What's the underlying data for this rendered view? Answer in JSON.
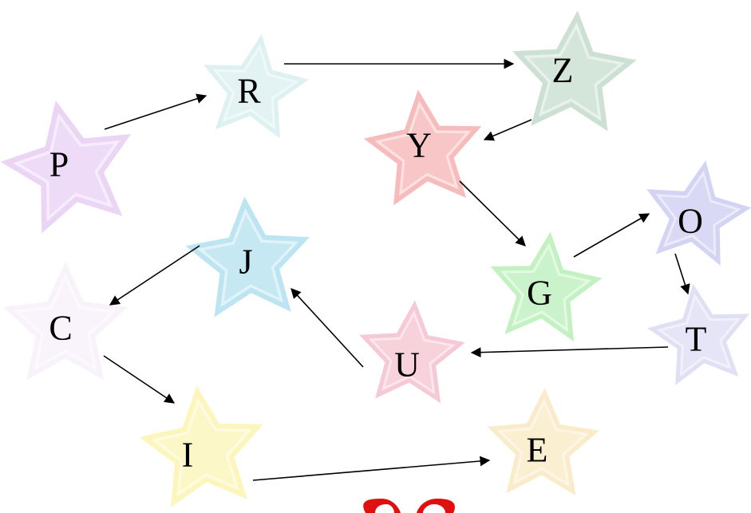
{
  "diagram": {
    "nodes": [
      {
        "id": "P",
        "label": "P",
        "color": "#e4c7f2"
      },
      {
        "id": "R",
        "label": "R",
        "color": "#d2ecec"
      },
      {
        "id": "Z",
        "label": "Z",
        "color": "#bcd6c6"
      },
      {
        "id": "Y",
        "label": "Y",
        "color": "#f3a6a6"
      },
      {
        "id": "O",
        "label": "O",
        "color": "#c4c4f0"
      },
      {
        "id": "J",
        "label": "J",
        "color": "#a6dcec"
      },
      {
        "id": "G",
        "label": "G",
        "color": "#aeecae"
      },
      {
        "id": "C",
        "label": "C",
        "color": "#f6eef8"
      },
      {
        "id": "T",
        "label": "T",
        "color": "#d6d6f2"
      },
      {
        "id": "U",
        "label": "U",
        "color": "#f2b8c8"
      },
      {
        "id": "I",
        "label": "I",
        "color": "#fbf2a6"
      },
      {
        "id": "E",
        "label": "E",
        "color": "#f8e6b8"
      }
    ],
    "edges": [
      {
        "from": "P",
        "to": "R"
      },
      {
        "from": "R",
        "to": "Z"
      },
      {
        "from": "Z",
        "to": "Y"
      },
      {
        "from": "Y",
        "to": "G"
      },
      {
        "from": "G",
        "to": "O"
      },
      {
        "from": "O",
        "to": "T"
      },
      {
        "from": "T",
        "to": "U"
      },
      {
        "from": "U",
        "to": "J"
      },
      {
        "from": "J",
        "to": "C"
      },
      {
        "from": "C",
        "to": "I"
      },
      {
        "from": "I",
        "to": "E"
      }
    ],
    "heart_color": "#e01010"
  }
}
